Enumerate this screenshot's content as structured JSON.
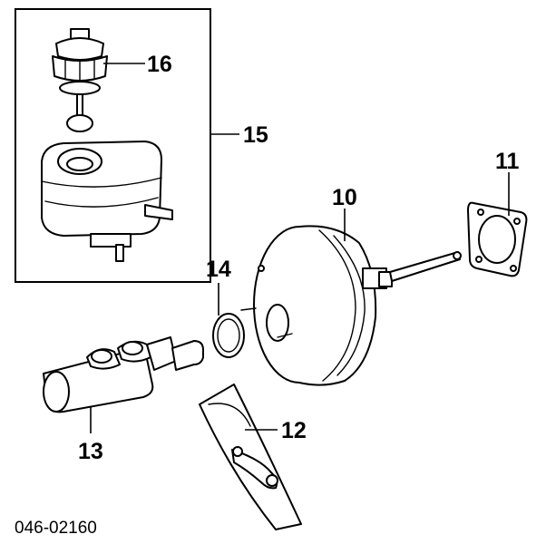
{
  "callouts": {
    "c16": "16",
    "c15": "15",
    "c11": "11",
    "c10": "10",
    "c14": "14",
    "c12": "12",
    "c13": "13"
  },
  "reference_code": "046-02160"
}
